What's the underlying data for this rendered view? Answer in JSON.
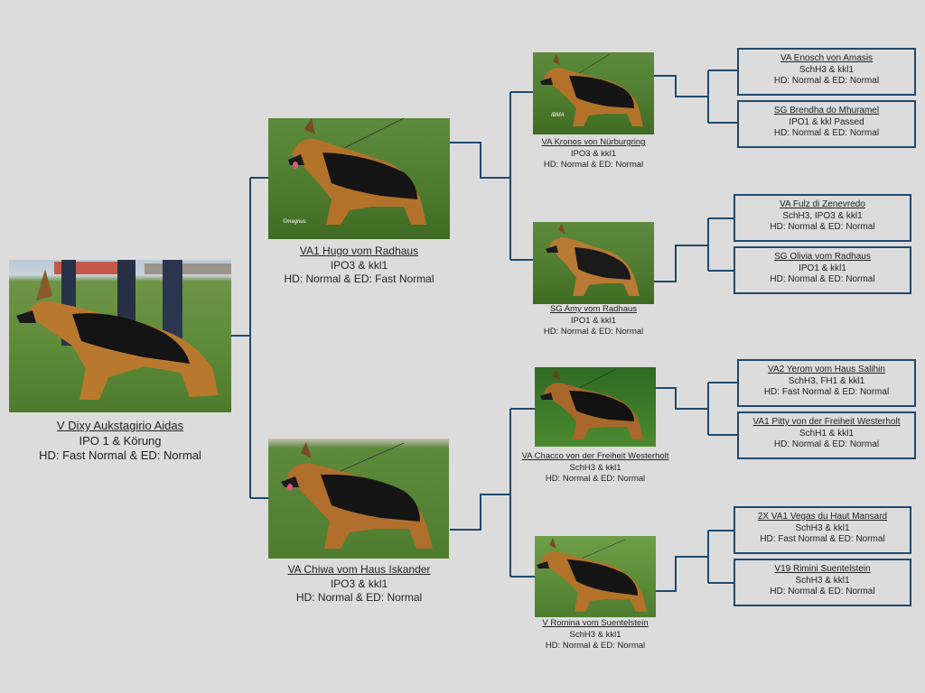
{
  "subject": {
    "name": "V Dixy Aukstagirio Aidas",
    "title": "IPO 1 & Körung",
    "health": "HD: Fast Normal & ED: Normal"
  },
  "sire": {
    "name": "VA1  Hugo vom Radhaus",
    "title": "IPO3 & kkl1",
    "health": "HD: Normal & ED: Fast Normal",
    "photo_credit": "©magnus"
  },
  "dam": {
    "name": "VA Chiwa vom Haus Iskander",
    "title": "IPO3 & kkl1",
    "health": "HD: Normal & ED: Normal"
  },
  "sire_sire": {
    "name": "VA Kronos von Nürburgring",
    "title": "IPO3 & kkl1",
    "health": "HD: Normal & ED: Normal",
    "photo_credit": "IBMA"
  },
  "sire_dam": {
    "name": "SG Amy vom Radhaus",
    "title": "IPO1 & kkl1",
    "health": "HD: Normal & ED: Normal"
  },
  "dam_sire": {
    "name": "VA Chacco von der Freiheit Westerholt",
    "title": "SchH3 & kkl1",
    "health": "HD: Normal & ED: Normal"
  },
  "dam_dam": {
    "name": "V Romina vom Suentelstein",
    "title": "SchH3 & kkl1",
    "health": "HD: Normal & ED: Normal"
  },
  "g3": [
    {
      "name": "VA Enosch von Amasis",
      "title": "SchH3 & kkl1",
      "health": "HD: Normal & ED: Normal"
    },
    {
      "name": "SG Brendha do Mhuramel ",
      "title": "IPO1 & kkl Passed",
      "health": "HD: Normal & ED: Normal"
    },
    {
      "name": "VA Fulz di Zenevredo",
      "title": "SchH3, IPO3 & kkl1",
      "health": "HD: Normal & ED: Normal"
    },
    {
      "name": "SG Olivia vom Radhaus",
      "title": "IPO1 & kkl1",
      "health": "HD: Normal & ED: Normal"
    },
    {
      "name": "VA2 Yerom vom Haus Salihin",
      "title": "SchH3, FH1 & kkl1",
      "health": "HD: Fast Normal & ED: Normal"
    },
    {
      "name": "VA1 Pitty von der Freiheit Westerholt",
      "title": "SchH1 & kkl1",
      "health": "HD: Normal & ED: Normal"
    },
    {
      "name": "2X VA1 Vegas du Haut Mansard",
      "title": "SchH3 & kkl1",
      "health": "HD: Fast Normal & ED: Normal"
    },
    {
      "name": "V19 Rimini Suentelstein",
      "title": "SchH3 & kkl1",
      "health": "HD: Normal & ED: Normal"
    }
  ],
  "colors": {
    "background": "#dcdcdc",
    "connector": "#1f4a6e",
    "grass": "#5d8a3c"
  }
}
